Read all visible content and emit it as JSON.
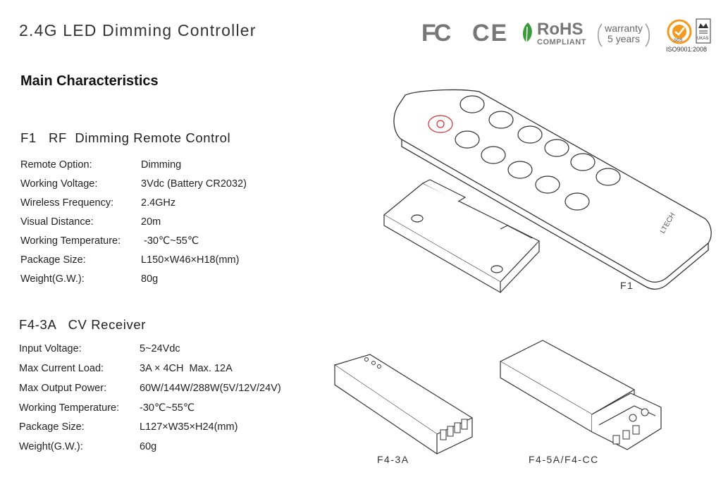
{
  "page": {
    "title": "2.4G LED Dimming Controller",
    "main_heading": "Main Characteristics"
  },
  "logos": {
    "fc": "FC",
    "ce": "CE",
    "rohs": "RoHS",
    "rohs_sub": "COMPLIANT",
    "warranty_line1": "warranty",
    "warranty_line2": "5 years",
    "iso": "ISO9001:2008",
    "sgs": "SGS",
    "ukas": "UKAS",
    "brand_gray": "#777777",
    "sgs_orange": "#f29a1f",
    "rohs_green": "#3a9a3a"
  },
  "section_f1": {
    "heading": "F1   RF  Dimming Remote Control",
    "specs": [
      {
        "label": "Remote Option:",
        "value": "Dimming"
      },
      {
        "label": "Working Voltage:",
        "value": "3Vdc (Battery CR2032)"
      },
      {
        "label": "Wireless Frequency:",
        "value": "2.4GHz"
      },
      {
        "label": "Visual Distance:",
        "value": "20m"
      },
      {
        "label": "Working Temperature:",
        "value": " -30℃~55℃"
      },
      {
        "label": "Package Size:",
        "value": "L150×W46×H18(mm)"
      },
      {
        "label": "Weight(G.W.):",
        "value": "80g"
      }
    ],
    "image_caption": "F1",
    "remote_brand": "LTECH"
  },
  "section_f4": {
    "heading": "F4-3A   CV Receiver",
    "specs": [
      {
        "label": "Input Voltage:",
        "value": "5~24Vdc"
      },
      {
        "label": "Max Current Load:",
        "value": "3A × 4CH  Max. 12A"
      },
      {
        "label": "Max Output Power:",
        "value": "60W/144W/288W(5V/12V/24V)"
      },
      {
        "label": "Working Temperature:",
        "value": "-30℃~55℃"
      },
      {
        "label": "Package Size:",
        "value": "L127×W35×H24(mm)"
      },
      {
        "label": "Weight(G.W.):",
        "value": "60g"
      }
    ],
    "caption_left": "F4-3A",
    "caption_right": "F4-5A/F4-CC"
  }
}
